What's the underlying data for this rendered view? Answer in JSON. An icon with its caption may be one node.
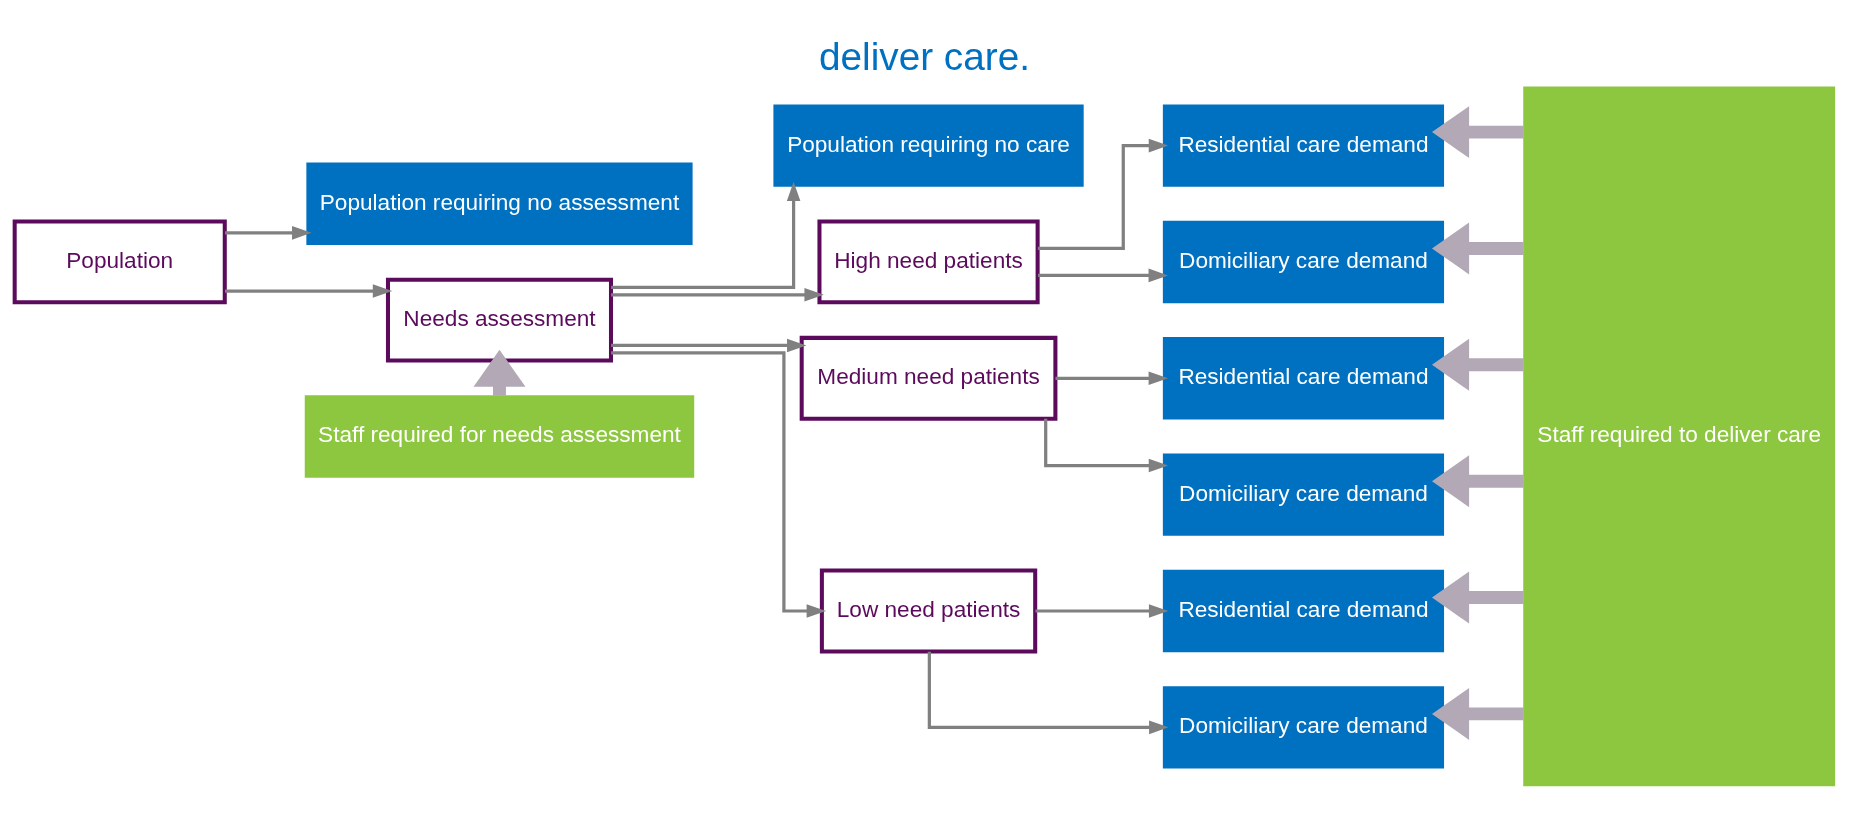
{
  "diagram": {
    "title": "deliver care.",
    "nodes": [
      {
        "text": [
          "Population"
        ]
      },
      {
        "text": [
          "Population requiring no assessment"
        ]
      },
      {
        "text": [
          "Needs assessment"
        ]
      },
      {
        "text": [
          "Population requiring no care"
        ]
      },
      {
        "text": [
          "Staff required for needs assessment"
        ]
      },
      {
        "text": [
          "High need patients"
        ]
      },
      {
        "text": [
          "Medium need patients"
        ]
      },
      {
        "text": [
          "Low need patients"
        ]
      },
      {
        "text": [
          "Residential care demand"
        ]
      },
      {
        "text": [
          "Domiciliary care demand"
        ]
      },
      {
        "text": [
          "Residential care demand"
        ]
      },
      {
        "text": [
          "Domiciliary care demand"
        ]
      },
      {
        "text": [
          "Residential care demand"
        ]
      },
      {
        "text": [
          "Domiciliary care demand"
        ]
      },
      {
        "text": [
          "Staff required to deliver care"
        ]
      }
    ],
    "edges": [
      {
        "from": 0,
        "to": 1,
        "arrow": "to"
      },
      {
        "from": 0,
        "to": 2,
        "arrow": "to"
      },
      {
        "from": 2,
        "to": 3,
        "arrow": "to"
      },
      {
        "from": 2,
        "to": 5,
        "arrow": "to"
      },
      {
        "from": 2,
        "to": 6,
        "arrow": "to"
      },
      {
        "from": 2,
        "to": 7,
        "arrow": "to"
      },
      {
        "from": 4,
        "to": 2,
        "arrow": "to",
        "style": "thick",
        "color": "#b3a8b5"
      },
      {
        "from": 5,
        "to": 8,
        "arrow": "to"
      },
      {
        "from": 5,
        "to": 9,
        "arrow": "to"
      },
      {
        "from": 6,
        "to": 10,
        "arrow": "to"
      },
      {
        "from": 6,
        "to": 11,
        "arrow": "to"
      },
      {
        "from": 7,
        "to": 12,
        "arrow": "to"
      },
      {
        "from": 7,
        "to": 13,
        "arrow": "to"
      },
      {
        "from": 14,
        "to": 8,
        "arrow": "to",
        "style": "thick",
        "color": "#b3a8b5"
      },
      {
        "from": 14,
        "to": 9,
        "arrow": "to",
        "style": "thick",
        "color": "#b3a8b5"
      },
      {
        "from": 14,
        "to": 10,
        "arrow": "to",
        "style": "thick",
        "color": "#b3a8b5"
      },
      {
        "from": 14,
        "to": 11,
        "arrow": "to",
        "style": "thick",
        "color": "#b3a8b5"
      },
      {
        "from": 14,
        "to": 12,
        "arrow": "to",
        "style": "thick",
        "color": "#b3a8b5"
      },
      {
        "from": 14,
        "to": 13,
        "arrow": "to",
        "style": "thick",
        "color": "#b3a8b5"
      }
    ]
  }
}
